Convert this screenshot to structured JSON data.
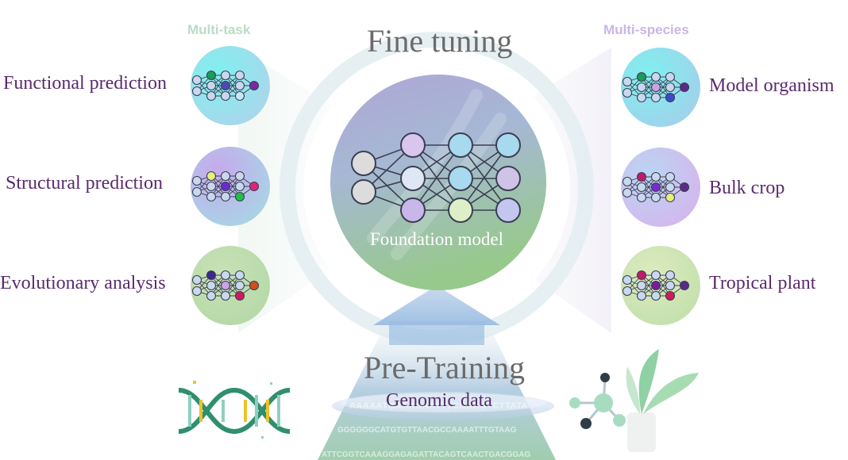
{
  "headers": {
    "fine_tuning": "Fine tuning",
    "pre_training": "Pre-Training",
    "multi_task": "Multi-task",
    "multi_species": "Multi-species"
  },
  "center": {
    "model_label": "Foundation model",
    "data_label": "Genomic data"
  },
  "tasks": [
    {
      "label": "Functional prediction",
      "icon": "neural-network-icon"
    },
    {
      "label": "Structural prediction",
      "icon": "neural-network-icon"
    },
    {
      "label": "Evolutionary analysis",
      "icon": "neural-network-icon"
    }
  ],
  "species": [
    {
      "label": "Model organism",
      "icon": "neural-network-icon"
    },
    {
      "label": "Bulk crop",
      "icon": "neural-network-icon"
    },
    {
      "label": "Tropical plant",
      "icon": "neural-network-icon"
    }
  ],
  "sequences": [
    "AAAAATGAAAGAATTTCGAAGTCTTATA",
    "GGGGGGCATGTGTTAACGCCAAAATTTGTAAG",
    "ATTCGGTCAAAGGAGAGATTACAGTCAACTGACGGAG"
  ],
  "colors": {
    "label_purple": "#5a2a6e",
    "title_gray": "#6b6b6b",
    "multi_task_green": "#b9dcc4",
    "multi_species_purple": "#c9b6e6"
  },
  "decorations": [
    "dna-icon",
    "molecule-icon",
    "plant-icon",
    "arrow-up-icon"
  ]
}
